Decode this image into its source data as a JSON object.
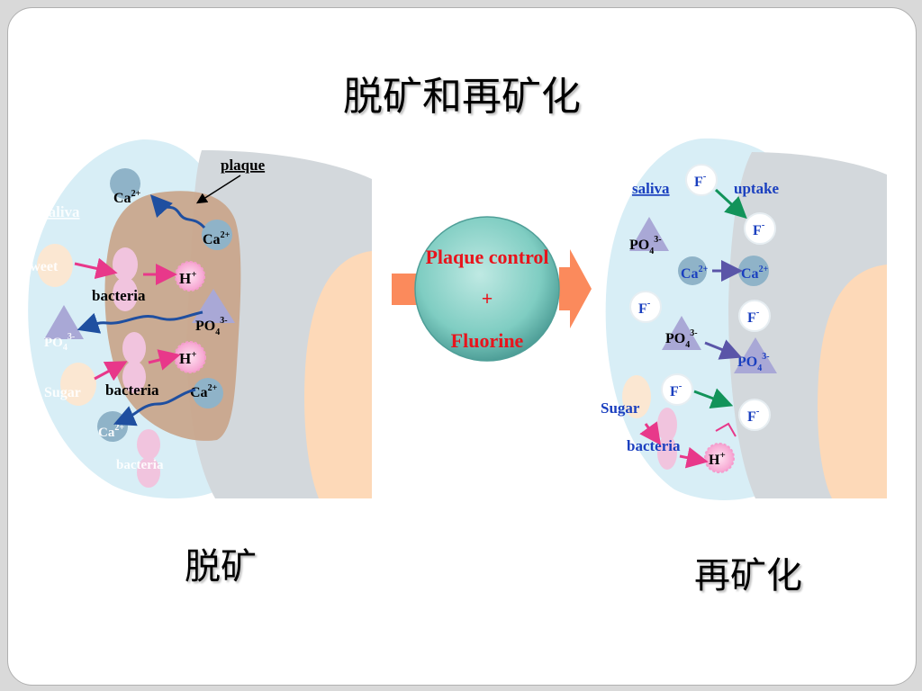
{
  "title": "脱矿和再矿化",
  "captions": {
    "left": "脱矿",
    "right": "再矿化"
  },
  "center": {
    "line1": "Plaque control",
    "line2": "+",
    "line3": "Fluorine"
  },
  "left": {
    "plaque": "plaque",
    "saliva": "saliva",
    "sweet": "sweet",
    "po4": "PO",
    "sub4": "4",
    "sup3": "3-",
    "ca": "Ca",
    "sup2": "2+",
    "h": "H",
    "plus": "+",
    "bacteria": "bacteria",
    "sugar": "Sugar"
  },
  "right": {
    "saliva": "saliva",
    "uptake": "uptake",
    "f": "F",
    "minus": "-",
    "po4": "PO",
    "sub4": "4",
    "sup3": "3-",
    "ca": "Ca",
    "sup2": "2+",
    "h": "H",
    "plus": "+",
    "sugar": "Sugar",
    "bacteria": "bacteria"
  },
  "colors": {
    "saliva_fill": "#d8eef6",
    "tooth_gray": "#d3d8dc",
    "dentin": "#fdd9b8",
    "plaque": "#c9a58a",
    "ca_ion": "#8fb3c8",
    "h_ion": "#f7a8d2",
    "bacteria": "#f1c4de",
    "po4": "#a9a8d6",
    "arrow_blue": "#1f4fa0",
    "arrow_pink": "#e8388a",
    "arrow_green": "#12935a",
    "arrow_orange": "#fb8a5c",
    "sphere": "#7fcdc2",
    "red_text": "#e8141c",
    "blue_text": "#1a3fbf"
  }
}
